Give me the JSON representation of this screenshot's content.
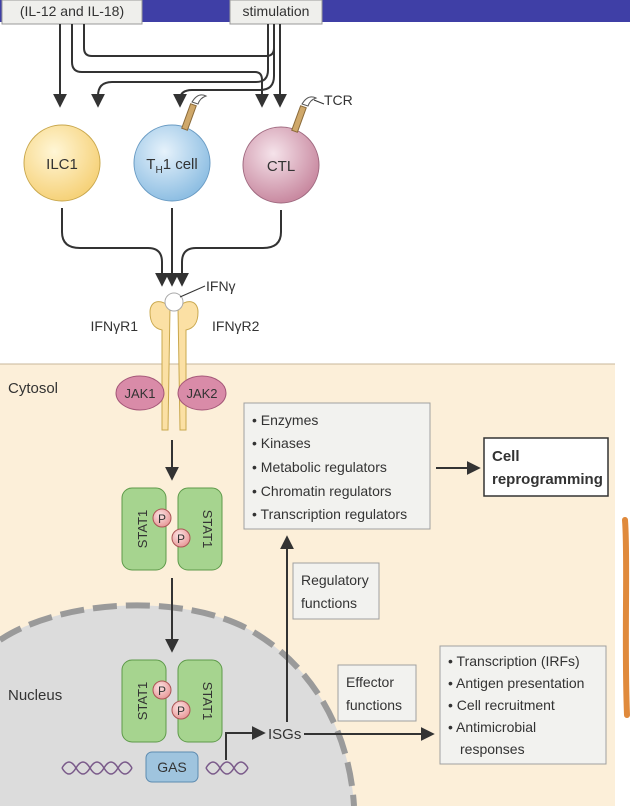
{
  "top_boxes": {
    "left": "(IL-12 and IL-18)",
    "right": "stimulation"
  },
  "cells": {
    "ilc1": "ILC1",
    "th1_prefix": "T",
    "th1_sub": "H",
    "th1_suffix": "1 cell",
    "ctl": "CTL",
    "tcr": "TCR"
  },
  "receptor": {
    "ligand": "IFNγ",
    "r1": "IFNγR1",
    "r2": "IFNγR2"
  },
  "compartments": {
    "cytosol": "Cytosol",
    "nucleus": "Nucleus"
  },
  "kinases": {
    "jak1": "JAK1",
    "jak2": "JAK2"
  },
  "stat": {
    "label": "STAT1",
    "p": "P"
  },
  "dna": {
    "gas": "GAS",
    "isgs": "ISGs"
  },
  "regulators_box": {
    "items": [
      "Enzymes",
      "Kinases",
      "Metabolic regulators",
      "Chromatin regulators",
      "Transcription regulators"
    ]
  },
  "outcome": {
    "line1": "Cell",
    "line2": "reprogramming"
  },
  "regulatory_functions": {
    "line1": "Regulatory",
    "line2": "functions"
  },
  "effector_functions": {
    "line1": "Effector",
    "line2": "functions"
  },
  "effector_box": {
    "items": [
      "Transcription (IRFs)",
      "Antigen presentation",
      "Cell recruitment",
      "Antimicrobial"
    ],
    "continuation": "responses"
  },
  "colors": {
    "header_bar": "#3f3fa6",
    "cytosol_bg": "#fcefd9",
    "nucleus_bg": "#dcdcdc",
    "ilc1": "#fbe2a3",
    "th1": "#b7d6ee",
    "ctl": "#dcaebd",
    "stat_green": "#a6d48f",
    "jak": "#d98ba8",
    "annotation": "#e08a3c"
  }
}
